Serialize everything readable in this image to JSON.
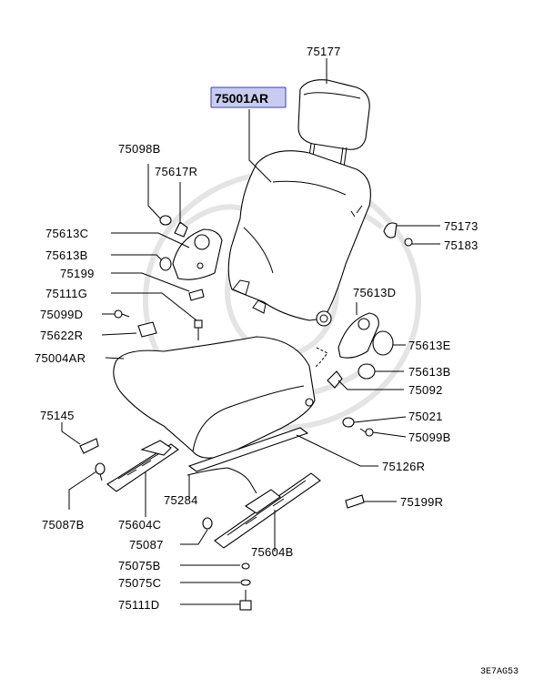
{
  "highlight": {
    "part": "75001AR",
    "color": "#c8ccf0"
  },
  "labels": {
    "p75177": "75177",
    "p75001AR": "75001AR",
    "p75098B": "75098B",
    "p75617R": "75617R",
    "p75613C": "75613C",
    "p75613B_l": "75613B",
    "p75199": "75199",
    "p75111G": "75111G",
    "p75099D": "75099D",
    "p75622R": "75622R",
    "p75004AR": "75004AR",
    "p75145": "75145",
    "p75087B": "75087B",
    "p75604C": "75604C",
    "p75284": "75284",
    "p75087": "75087",
    "p75075B": "75075B",
    "p75075C": "75075C",
    "p75111D": "75111D",
    "p75173": "75173",
    "p75183": "75183",
    "p75613D": "75613D",
    "p75613E": "75613E",
    "p75613B_r": "75613B",
    "p75092": "75092",
    "p75021": "75021",
    "p75099B": "75099B",
    "p75126R": "75126R",
    "p75199R": "75199R",
    "p75604B": "75604B"
  },
  "diagram_code": "3E7AG53"
}
